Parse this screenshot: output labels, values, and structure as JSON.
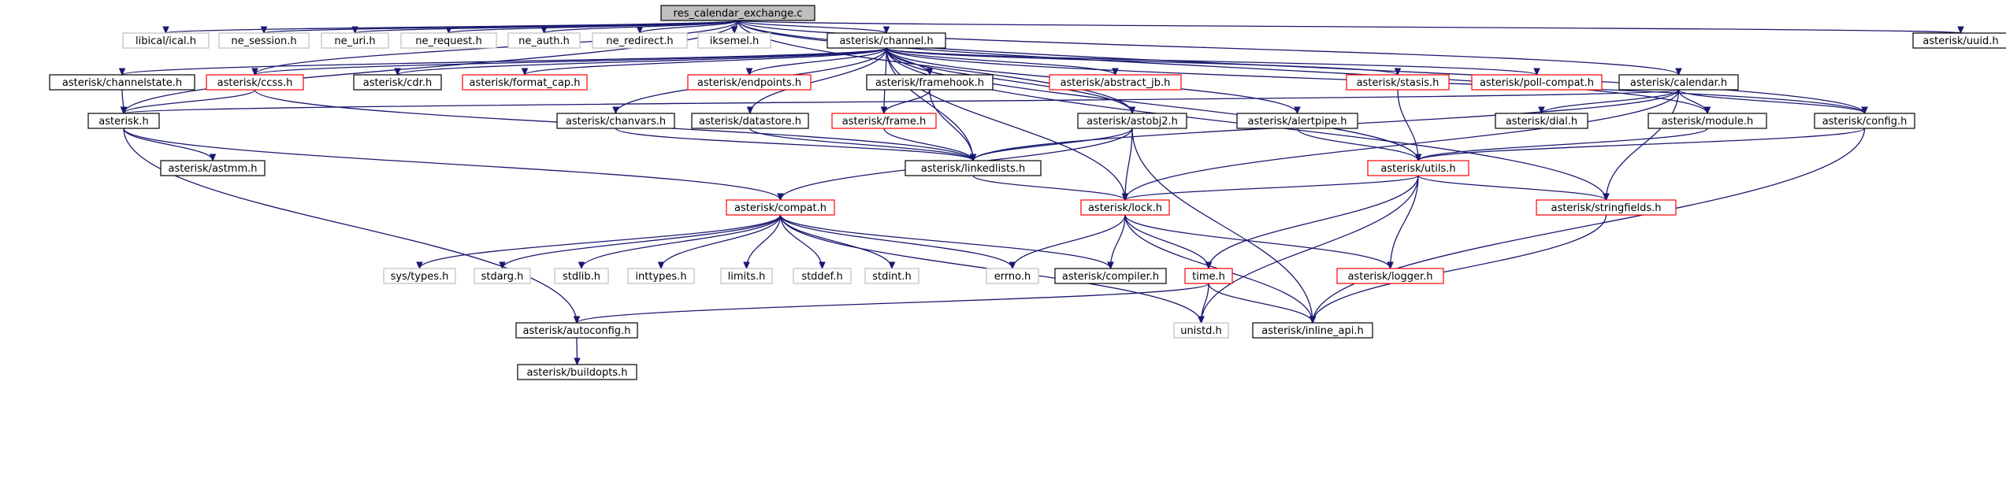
{
  "diagram": {
    "title": "res_calendar_exchange.c",
    "nodes": [
      {
        "id": "root",
        "label": "res_calendar_exchange.c",
        "style": "root"
      },
      {
        "id": "ical",
        "label": "libical/ical.h",
        "style": "gray"
      },
      {
        "id": "ne_session",
        "label": "ne_session.h",
        "style": "gray"
      },
      {
        "id": "ne_uri",
        "label": "ne_uri.h",
        "style": "gray"
      },
      {
        "id": "ne_request",
        "label": "ne_request.h",
        "style": "gray"
      },
      {
        "id": "ne_auth",
        "label": "ne_auth.h",
        "style": "gray"
      },
      {
        "id": "ne_redirect",
        "label": "ne_redirect.h",
        "style": "gray"
      },
      {
        "id": "iksemel",
        "label": "iksemel.h",
        "style": "gray"
      },
      {
        "id": "channel",
        "label": "asterisk/channel.h",
        "style": "black"
      },
      {
        "id": "uuid",
        "label": "asterisk/uuid.h",
        "style": "black"
      },
      {
        "id": "channelstate",
        "label": "asterisk/channelstate.h",
        "style": "black"
      },
      {
        "id": "ccss",
        "label": "asterisk/ccss.h",
        "style": "red"
      },
      {
        "id": "cdr",
        "label": "asterisk/cdr.h",
        "style": "black"
      },
      {
        "id": "format_cap",
        "label": "asterisk/format_cap.h",
        "style": "red"
      },
      {
        "id": "endpoints",
        "label": "asterisk/endpoints.h",
        "style": "red"
      },
      {
        "id": "framehook",
        "label": "asterisk/framehook.h",
        "style": "black"
      },
      {
        "id": "abstract_jb",
        "label": "asterisk/abstract_jb.h",
        "style": "red"
      },
      {
        "id": "stasis",
        "label": "asterisk/stasis.h",
        "style": "red"
      },
      {
        "id": "poll_compat",
        "label": "asterisk/poll-compat.h",
        "style": "red"
      },
      {
        "id": "calendar",
        "label": "asterisk/calendar.h",
        "style": "black"
      },
      {
        "id": "asterisk",
        "label": "asterisk.h",
        "style": "black"
      },
      {
        "id": "chanvars",
        "label": "asterisk/chanvars.h",
        "style": "black"
      },
      {
        "id": "datastore",
        "label": "asterisk/datastore.h",
        "style": "black"
      },
      {
        "id": "frame",
        "label": "asterisk/frame.h",
        "style": "red"
      },
      {
        "id": "astobj2",
        "label": "asterisk/astobj2.h",
        "style": "black"
      },
      {
        "id": "alertpipe",
        "label": "asterisk/alertpipe.h",
        "style": "black"
      },
      {
        "id": "dial",
        "label": "asterisk/dial.h",
        "style": "black"
      },
      {
        "id": "module",
        "label": "asterisk/module.h",
        "style": "black"
      },
      {
        "id": "config",
        "label": "asterisk/config.h",
        "style": "black"
      },
      {
        "id": "astmm",
        "label": "asterisk/astmm.h",
        "style": "black"
      },
      {
        "id": "linkedlists",
        "label": "asterisk/linkedlists.h",
        "style": "black"
      },
      {
        "id": "utils",
        "label": "asterisk/utils.h",
        "style": "red"
      },
      {
        "id": "compat",
        "label": "asterisk/compat.h",
        "style": "red"
      },
      {
        "id": "lock",
        "label": "asterisk/lock.h",
        "style": "red"
      },
      {
        "id": "stringfields",
        "label": "asterisk/stringfields.h",
        "style": "red"
      },
      {
        "id": "systypes",
        "label": "sys/types.h",
        "style": "gray"
      },
      {
        "id": "stdarg",
        "label": "stdarg.h",
        "style": "gray"
      },
      {
        "id": "stdlib",
        "label": "stdlib.h",
        "style": "gray"
      },
      {
        "id": "inttypes",
        "label": "inttypes.h",
        "style": "gray"
      },
      {
        "id": "limits",
        "label": "limits.h",
        "style": "gray"
      },
      {
        "id": "stddef",
        "label": "stddef.h",
        "style": "gray"
      },
      {
        "id": "stdint",
        "label": "stdint.h",
        "style": "gray"
      },
      {
        "id": "errno",
        "label": "errno.h",
        "style": "gray"
      },
      {
        "id": "compiler",
        "label": "asterisk/compiler.h",
        "style": "black"
      },
      {
        "id": "logger",
        "label": "asterisk/logger.h",
        "style": "red"
      },
      {
        "id": "time",
        "label": "time.h",
        "style": "red"
      },
      {
        "id": "autoconfig",
        "label": "asterisk/autoconfig.h",
        "style": "black"
      },
      {
        "id": "unistd",
        "label": "unistd.h",
        "style": "gray"
      },
      {
        "id": "inline_api",
        "label": "asterisk/inline_api.h",
        "style": "black"
      },
      {
        "id": "buildopts",
        "label": "asterisk/buildopts.h",
        "style": "black"
      }
    ],
    "edges": [
      [
        "root",
        "ical"
      ],
      [
        "root",
        "ne_session"
      ],
      [
        "root",
        "ne_uri"
      ],
      [
        "root",
        "ne_request"
      ],
      [
        "root",
        "ne_auth"
      ],
      [
        "root",
        "ne_redirect"
      ],
      [
        "root",
        "iksemel"
      ],
      [
        "root",
        "channel"
      ],
      [
        "root",
        "uuid"
      ],
      [
        "root",
        "asterisk"
      ],
      [
        "root",
        "calendar"
      ],
      [
        "root",
        "astobj2"
      ],
      [
        "root",
        "module"
      ],
      [
        "root",
        "config"
      ],
      [
        "root",
        "ccss"
      ],
      [
        "channel",
        "channelstate"
      ],
      [
        "channel",
        "ccss"
      ],
      [
        "channel",
        "cdr"
      ],
      [
        "channel",
        "format_cap"
      ],
      [
        "channel",
        "endpoints"
      ],
      [
        "channel",
        "framehook"
      ],
      [
        "channel",
        "abstract_jb"
      ],
      [
        "channel",
        "stasis"
      ],
      [
        "channel",
        "poll_compat"
      ],
      [
        "channel",
        "chanvars"
      ],
      [
        "channel",
        "datastore"
      ],
      [
        "channel",
        "frame"
      ],
      [
        "channel",
        "astobj2"
      ],
      [
        "channel",
        "alertpipe"
      ],
      [
        "channel",
        "linkedlists"
      ],
      [
        "channel",
        "utils"
      ],
      [
        "channel",
        "lock"
      ],
      [
        "channel",
        "config"
      ],
      [
        "channel",
        "stringfields"
      ],
      [
        "channelstate",
        "asterisk"
      ],
      [
        "ccss",
        "asterisk"
      ],
      [
        "ccss",
        "linkedlists"
      ],
      [
        "framehook",
        "frame"
      ],
      [
        "framehook",
        "linkedlists"
      ],
      [
        "stasis",
        "utils"
      ],
      [
        "calendar",
        "asterisk"
      ],
      [
        "calendar",
        "linkedlists"
      ],
      [
        "calendar",
        "lock"
      ],
      [
        "calendar",
        "dial"
      ],
      [
        "calendar",
        "module"
      ],
      [
        "calendar",
        "config"
      ],
      [
        "calendar",
        "stringfields"
      ],
      [
        "asterisk",
        "astmm"
      ],
      [
        "asterisk",
        "compat"
      ],
      [
        "asterisk",
        "autoconfig"
      ],
      [
        "chanvars",
        "linkedlists"
      ],
      [
        "datastore",
        "linkedlists"
      ],
      [
        "frame",
        "linkedlists"
      ],
      [
        "astobj2",
        "linkedlists"
      ],
      [
        "astobj2",
        "compat"
      ],
      [
        "astobj2",
        "lock"
      ],
      [
        "astobj2",
        "inline_api"
      ],
      [
        "alertpipe",
        "utils"
      ],
      [
        "module",
        "utils"
      ],
      [
        "config",
        "utils"
      ],
      [
        "config",
        "inline_api"
      ],
      [
        "linkedlists",
        "lock"
      ],
      [
        "utils",
        "lock"
      ],
      [
        "utils",
        "stringfields"
      ],
      [
        "utils",
        "time"
      ],
      [
        "utils",
        "logger"
      ],
      [
        "utils",
        "unistd"
      ],
      [
        "compat",
        "systypes"
      ],
      [
        "compat",
        "stdarg"
      ],
      [
        "compat",
        "stdlib"
      ],
      [
        "compat",
        "inttypes"
      ],
      [
        "compat",
        "limits"
      ],
      [
        "compat",
        "stddef"
      ],
      [
        "compat",
        "stdint"
      ],
      [
        "compat",
        "errno"
      ],
      [
        "compat",
        "compiler"
      ],
      [
        "compat",
        "unistd"
      ],
      [
        "lock",
        "errno"
      ],
      [
        "lock",
        "compiler"
      ],
      [
        "lock",
        "time"
      ],
      [
        "lock",
        "logger"
      ],
      [
        "lock",
        "inline_api"
      ],
      [
        "stringfields",
        "inline_api"
      ],
      [
        "time",
        "unistd"
      ],
      [
        "time",
        "inline_api"
      ],
      [
        "time",
        "autoconfig"
      ],
      [
        "autoconfig",
        "buildopts"
      ]
    ]
  }
}
